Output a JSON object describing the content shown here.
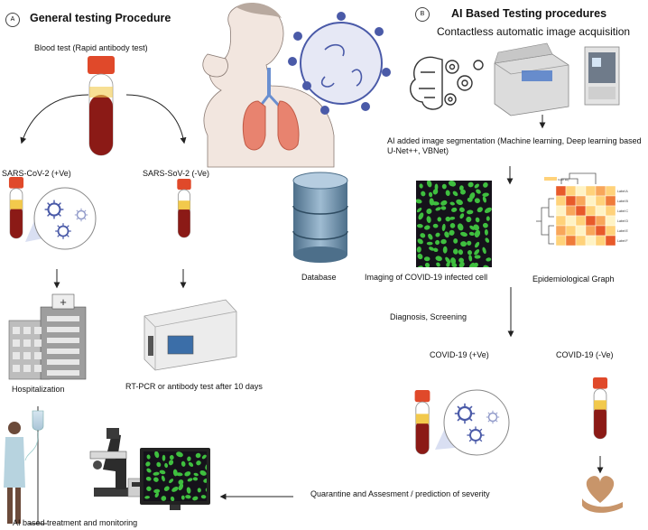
{
  "panel_a": {
    "badge": "A",
    "title": "General testing Procedure",
    "blood_test": "Blood test (Rapid antibody test)",
    "positive": "SARS-CoV-2 (+Ve)",
    "negative": "SARS-SoV-2 (-Ve)",
    "hospitalization": "Hospitalization",
    "rtpcr": "RT-PCR or antibody test after 10 days"
  },
  "panel_b": {
    "badge": "B",
    "title": "AI Based Testing procedures",
    "subtitle": "Contactless automatic image acquisition",
    "segmentation": "AI added image segmentation (Machine learning, Deep learning based U-Net++, VBNet)",
    "database": "Database",
    "imaging": "Imaging of COVID-19 infected cell",
    "epi_graph": "Epidemiological Graph",
    "diagnosis": "Diagnosis, Screening",
    "covid_pos": "COVID-19 (+Ve)",
    "covid_neg": "COVID-19 (-Ve)",
    "quarantine": "Quarantine and Assesment / prediction of severity",
    "treatment": "AI based treatment and monitoring"
  },
  "heatmap": {
    "legend_label": "Color key",
    "row_labels": [
      "Label A",
      "Label B",
      "Label C",
      "Label D",
      "Label E",
      "Label F"
    ]
  },
  "colors": {
    "blood": "#8b1a16",
    "cap": "#e0492a",
    "virus": "#4a5aa8",
    "lung": "#e8836f",
    "cell_bg": "#15121a",
    "cell": "#3fbf3f",
    "heart": "#c8956a",
    "arrow": "#222222"
  }
}
